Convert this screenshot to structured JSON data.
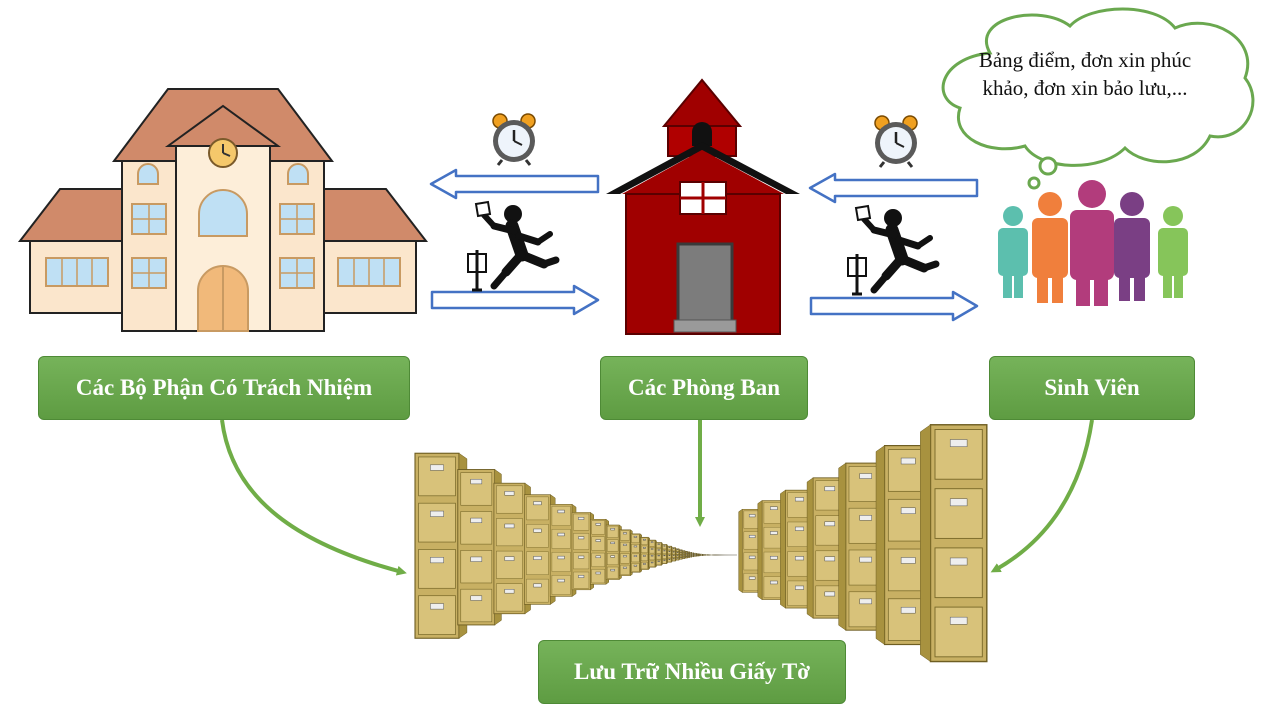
{
  "labels": {
    "departments_responsible": "Các Bộ Phận Có Trách Nhiệm",
    "offices": "Các Phòng Ban",
    "students": "Sinh Viên",
    "storage": "Lưu Trữ Nhiều Giấy Tờ"
  },
  "thought_bubble": {
    "text": "Bảng điểm, đơn xin phúc khảo, đơn xin bảo lưu,..."
  },
  "colors": {
    "label_green": "#6aa84f",
    "arrow_blue": "#4472c4",
    "connector_green": "#70ad47",
    "school_red": "#a00000",
    "cabinet_tan": "#c8b063"
  },
  "icons": [
    "university-building-icon",
    "schoolhouse-icon",
    "students-group-icon",
    "alarm-clock-icon",
    "running-courier-icon",
    "file-cabinets-icon",
    "thought-bubble-icon"
  ]
}
